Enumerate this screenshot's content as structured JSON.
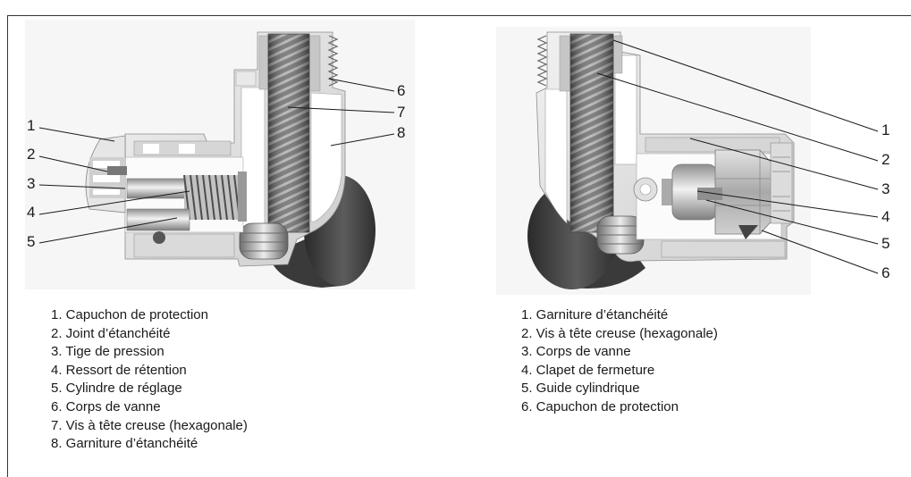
{
  "left_figure": {
    "callouts": [
      "1",
      "2",
      "3",
      "4",
      "5",
      "6",
      "7",
      "8"
    ],
    "legend": [
      "1. Capuchon de protection",
      "2. Joint d’étanchéité",
      "3. Tige de pression",
      "4. Ressort de rétention",
      "5. Cylindre de réglage",
      "6. Corps de vanne",
      "7. Vis à tête creuse (hexagonale)",
      "8. Garniture d’étanchéité"
    ]
  },
  "right_figure": {
    "callouts": [
      "1",
      "2",
      "3",
      "4",
      "5",
      "6"
    ],
    "legend": [
      "1. Garniture d’étanchéité",
      "2. Vis à tête creuse (hexagonale)",
      "3. Corps de vanne",
      "4. Clapet de fermeture",
      "5. Guide cylindrique",
      "6. Capuchon de protection"
    ]
  }
}
